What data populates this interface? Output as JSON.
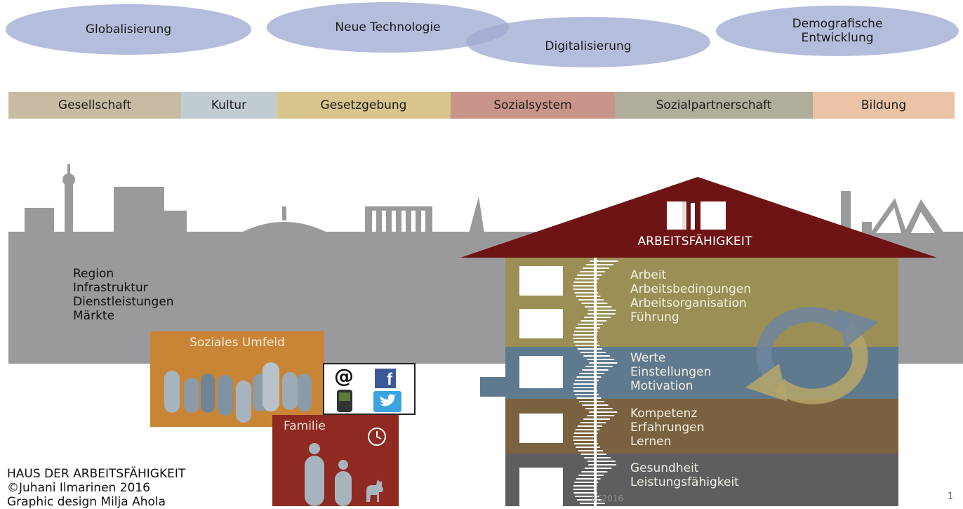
{
  "influences": [
    "Globalisierung",
    "Neue Technologie",
    "Digitalisierung",
    "Demografische\nEntwicklung"
  ],
  "bands": [
    "Gesellschaft",
    "Kultur",
    "Gesetzgebung",
    "Sozialsystem",
    "Sozialpartnerschaft",
    "Bildung"
  ],
  "colors": {
    "band_gesellschaft": "#c8bba3",
    "band_kultur": "#c1cbd2",
    "band_gesetzgebung": "#d8c48d",
    "band_sozialsystem": "#c9958a",
    "band_sozialpartnerschaft": "#b0ad9a",
    "band_bildung": "#ebc4a7",
    "city": "#9a9a9d",
    "roof": "#6e1414",
    "floor_work": "#9b8f55",
    "floor_values": "#5f7a8e",
    "floor_competence": "#7a6240",
    "floor_health": "#5e5e60",
    "sozial": "#c98536",
    "familie": "#8e2a21"
  },
  "region": [
    "Region",
    "Infrastruktur",
    "Dienstleistungen",
    "Märkte"
  ],
  "house": {
    "roof_label": "ARBEITSFÄHIGKEIT",
    "floors": [
      [
        "Arbeit",
        "Arbeitsbedingungen",
        "Arbeitsorganisation",
        "Führung"
      ],
      [
        "Werte",
        "Einstellungen",
        "Motivation"
      ],
      [
        "Kompetenz",
        "Erfahrungen",
        "Lernen"
      ],
      [
        "Gesundheit",
        "Leistungsfähigkeit"
      ]
    ]
  },
  "soziales_umfeld": "Soziales Umfeld",
  "familie": "Familie",
  "at_symbol": "@",
  "facebook_letter": "f",
  "credits": [
    "HAUS DER ARBEITSFÄHIGKEIT",
    "©Juhani Ilmarinen 2016",
    "Graphic design Milja Ahola"
  ],
  "footer_mark": "IIC2016",
  "slide_number": "1"
}
